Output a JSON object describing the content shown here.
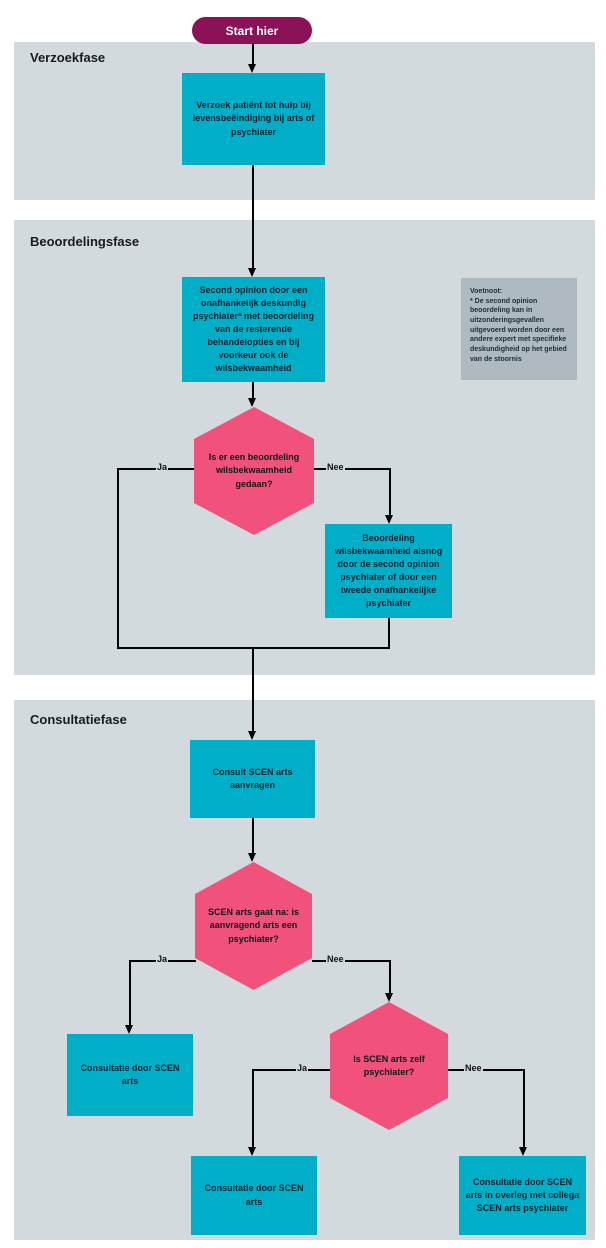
{
  "start": {
    "label": "Start hier"
  },
  "phases": [
    {
      "label": "Verzoekfase"
    },
    {
      "label": "Beoordelingsfase"
    },
    {
      "label": "Consultatiefase"
    }
  ],
  "nodes": {
    "verzoek_patient": "Verzoek patiënt tot hulp bij levensbeëindiging bij arts of psychiater",
    "second_opinion": "Second opinion door een onafhankelijk deskundig psychiater* met beoordeling van de resterende behandelopties en bij voorkeur ook de wilsbekwaamheid",
    "beoordeling_alsnog": "Beoordeling wilsbekwaamheid alsnog door de second opinion psychiater of door een tweede onafhankelijke psychiater",
    "consult_aanvragen": "Consult SCEN arts aanvragen",
    "consultatie_scen_links": "Consultatie door SCEN arts",
    "consultatie_scen_midden": "Consultatie door SCEN arts",
    "consultatie_overleg": "Consultatie door SCEN arts in overleg met collega SCEN arts psychiater"
  },
  "decisions": {
    "wilsbekwaamheid_gedaan": "Is er een beoordeling wilsbekwaamheid gedaan?",
    "aanvragend_arts_psychiater": "SCEN arts gaat na: is aanvragend arts een psychiater?",
    "scen_zelf_psychiater": "Is SCEN arts zelf psychiater?"
  },
  "branch_labels": {
    "ja": "Ja",
    "nee": "Nee"
  },
  "footnote": {
    "title": "Voetnoot:",
    "body": "* De second opinion beoordeling kan in uitzonderingsgevallen uitgevoerd worden door een andere expert met specifieke deskundigheid op het gebied van de stoornis"
  },
  "colors": {
    "page_bg": "#ffffff",
    "band_bg": "#d3dade",
    "node_bg": "#00aec7",
    "node_text": "#0e2431",
    "decision_bg": "#f0527c",
    "decision_text": "#151515",
    "line": "#000000",
    "start_bg": "#8b1257",
    "start_text": "#ffffff",
    "footnote_bg": "#aeb9c0",
    "footnote_text": "#1e2d36",
    "phase_label_text": "#1a1a1a"
  }
}
